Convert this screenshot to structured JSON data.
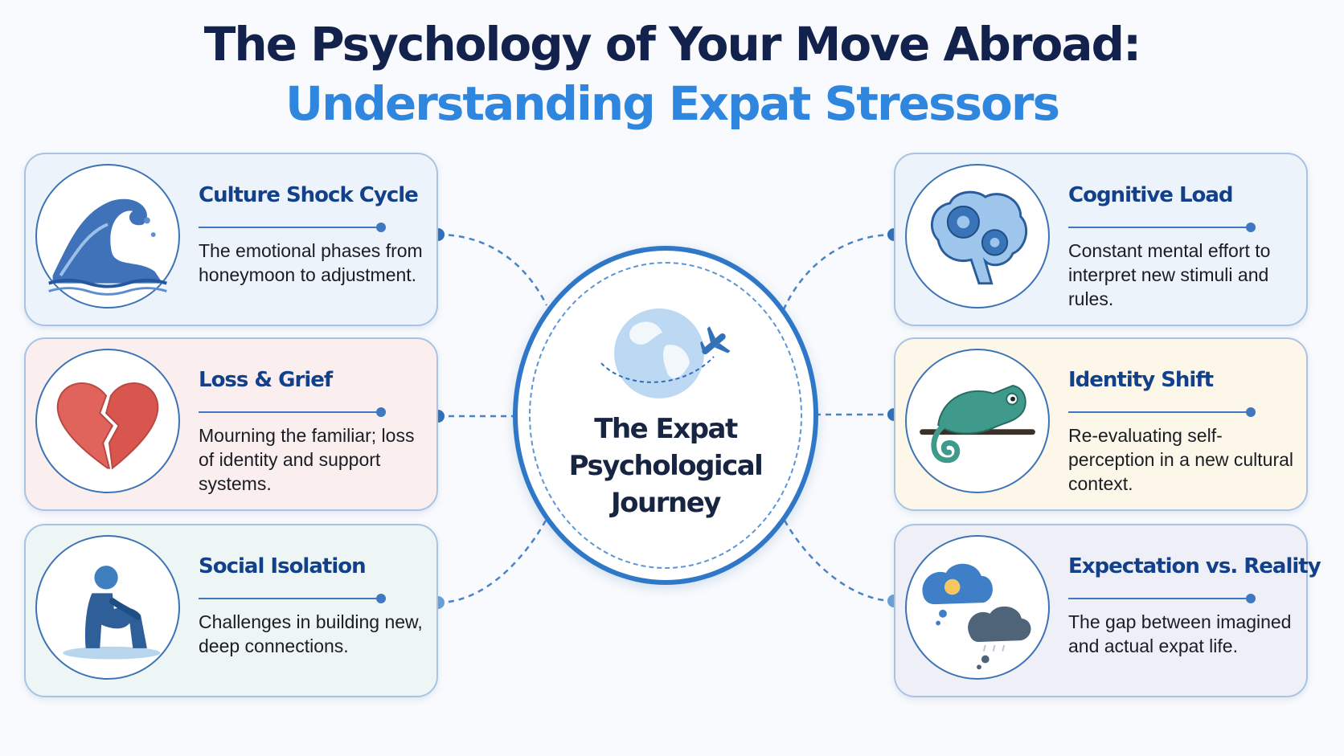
{
  "header": {
    "title_line1": "The Psychology of Your Move Abroad:",
    "title_line2": "Understanding Expat Stressors"
  },
  "center": {
    "label": "The Expat Psychological Journey",
    "icon": "globe-airplane-icon"
  },
  "cards": {
    "left": [
      {
        "title": "Culture Shock Cycle",
        "description": "The emotional phases from honeymoon to adjustment.",
        "icon": "wave-icon",
        "bg_color": "#ecf3fb"
      },
      {
        "title": "Loss & Grief",
        "description": "Mourning the familiar; loss of identity and support systems.",
        "icon": "broken-heart-icon",
        "bg_color": "#fbeeee"
      },
      {
        "title": "Social Isolation",
        "description": "Challenges in building new, deep connections.",
        "icon": "sitting-person-icon",
        "bg_color": "#edf6f5"
      }
    ],
    "right": [
      {
        "title": "Cognitive Load",
        "description": "Constant mental effort to interpret new stimuli and rules.",
        "icon": "brain-gears-icon",
        "bg_color": "#ecf3fb"
      },
      {
        "title": "Identity Shift",
        "description": "Re-evaluating self-perception in a new cultural context.",
        "icon": "chameleon-icon",
        "bg_color": "#fdf7e9"
      },
      {
        "title": "Expectation vs. Reality",
        "description": "The gap between imagined and actual expat life.",
        "icon": "thought-clouds-icon",
        "bg_color": "#efeff8"
      }
    ]
  },
  "colors": {
    "title_dark": "#12224d",
    "title_accent": "#2f86de",
    "card_title": "#12408a",
    "connector": "#3f78c0"
  }
}
